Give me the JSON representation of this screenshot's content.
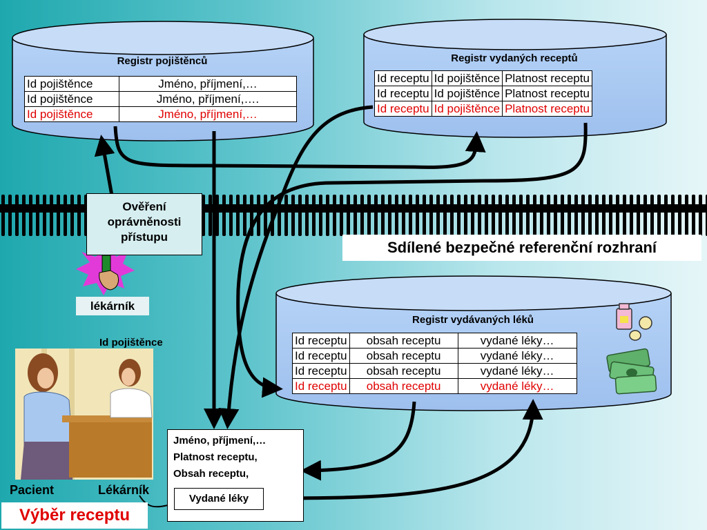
{
  "registr_pojistencu": {
    "title": "Registr pojištěnců",
    "rows": [
      {
        "c1": "Id pojištěnce",
        "c2": "Jméno, příjmení,…",
        "highlight": false
      },
      {
        "c1": "Id pojištěnce",
        "c2": "Jméno, příjmení,….",
        "highlight": false
      },
      {
        "c1": "Id pojištěnce",
        "c2": "Jméno, příjmení,…",
        "highlight": true
      }
    ]
  },
  "registr_vydanych_receptu": {
    "title": "Registr vydaných receptů",
    "rows": [
      {
        "c1": "Id receptu",
        "c2": "Id pojištěnce",
        "c3": "Platnost receptu",
        "highlight": false
      },
      {
        "c1": "Id receptu",
        "c2": "Id pojištěnce",
        "c3": "Platnost receptu",
        "highlight": false
      },
      {
        "c1": "Id receptu",
        "c2": "Id pojištěnce",
        "c3": "Platnost receptu",
        "highlight": true
      }
    ]
  },
  "registr_vydavanych_leku": {
    "title": "Registr vydávaných léků",
    "rows": [
      {
        "c1": "Id receptu",
        "c2": "obsah receptu",
        "c3": "vydané léky…",
        "highlight": false
      },
      {
        "c1": "Id receptu",
        "c2": "obsah receptu",
        "c3": "vydané léky…",
        "highlight": false
      },
      {
        "c1": "Id receptu",
        "c2": "obsah receptu",
        "c3": "vydané léky…",
        "highlight": false
      },
      {
        "c1": "Id receptu",
        "c2": "obsah receptu",
        "c3": "vydané léky…",
        "highlight": true
      }
    ]
  },
  "overeni": {
    "line1": "Ověření",
    "line2": "oprávněnosti",
    "line3": "přístupu"
  },
  "interface_label": "Sdílené bezpečné referenční rozhraní",
  "lekarnik_tag": "lékárník",
  "id_pojistence_label": "Id pojištěnce",
  "pacient_label": "Pacient",
  "lekarnik_label": "Lékárník",
  "vyber_receptu": "Výběr receptu",
  "result_box": {
    "line1": "Jméno, příjmení,…",
    "line2": "Platnost receptu,",
    "line3": "Obsah receptu,",
    "vydane": "Vydané léky"
  },
  "colors": {
    "highlight": "#e00000",
    "db_fill": "#a9c8f2",
    "fence": "#000000"
  }
}
